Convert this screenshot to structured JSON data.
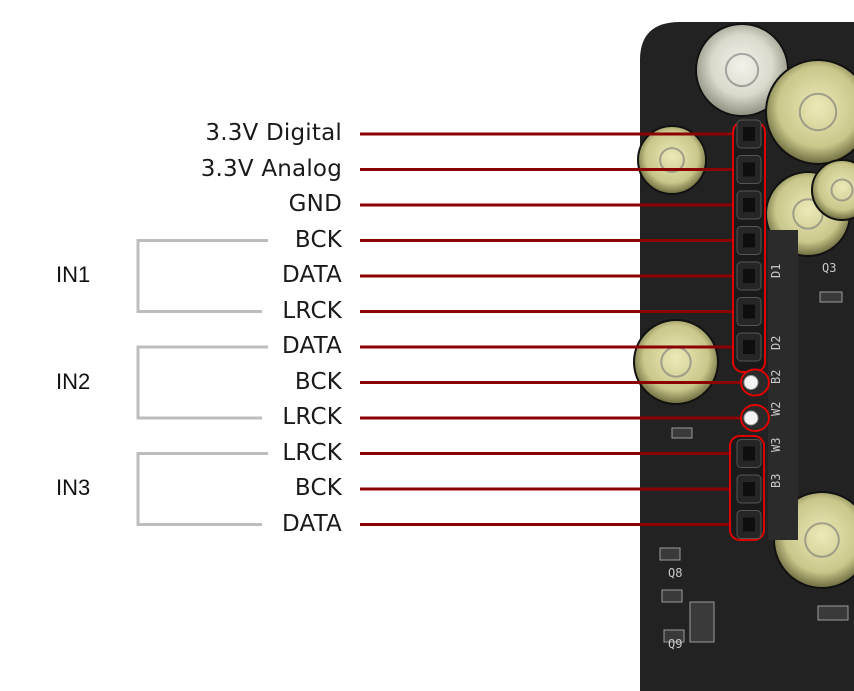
{
  "diagram": {
    "pins": [
      {
        "label": "3.3V Digital",
        "type": "jumper"
      },
      {
        "label": "3.3V Analog",
        "type": "jumper"
      },
      {
        "label": "GND",
        "type": "jumper"
      },
      {
        "label": "BCK",
        "type": "jumper"
      },
      {
        "label": "DATA",
        "type": "jumper"
      },
      {
        "label": "LRCK",
        "type": "jumper"
      },
      {
        "label": "DATA",
        "type": "jumper"
      },
      {
        "label": "BCK",
        "type": "pad"
      },
      {
        "label": "LRCK",
        "type": "pad"
      },
      {
        "label": "LRCK",
        "type": "jumper"
      },
      {
        "label": "BCK",
        "type": "jumper"
      },
      {
        "label": "DATA",
        "type": "jumper"
      }
    ],
    "groups": [
      {
        "label": "IN1",
        "first_pin": 3,
        "last_pin": 5
      },
      {
        "label": "IN2",
        "first_pin": 6,
        "last_pin": 8
      },
      {
        "label": "IN3",
        "first_pin": 9,
        "last_pin": 11
      }
    ],
    "silkscreen": [
      "D1",
      "D2",
      "B2",
      "W2",
      "W3",
      "B3",
      "Q3",
      "Q8",
      "Q9"
    ],
    "colors": {
      "leader_line": "#8b0000",
      "bracket": "#bdbdbd",
      "board": "#222222",
      "highlight": "#e00000"
    }
  }
}
